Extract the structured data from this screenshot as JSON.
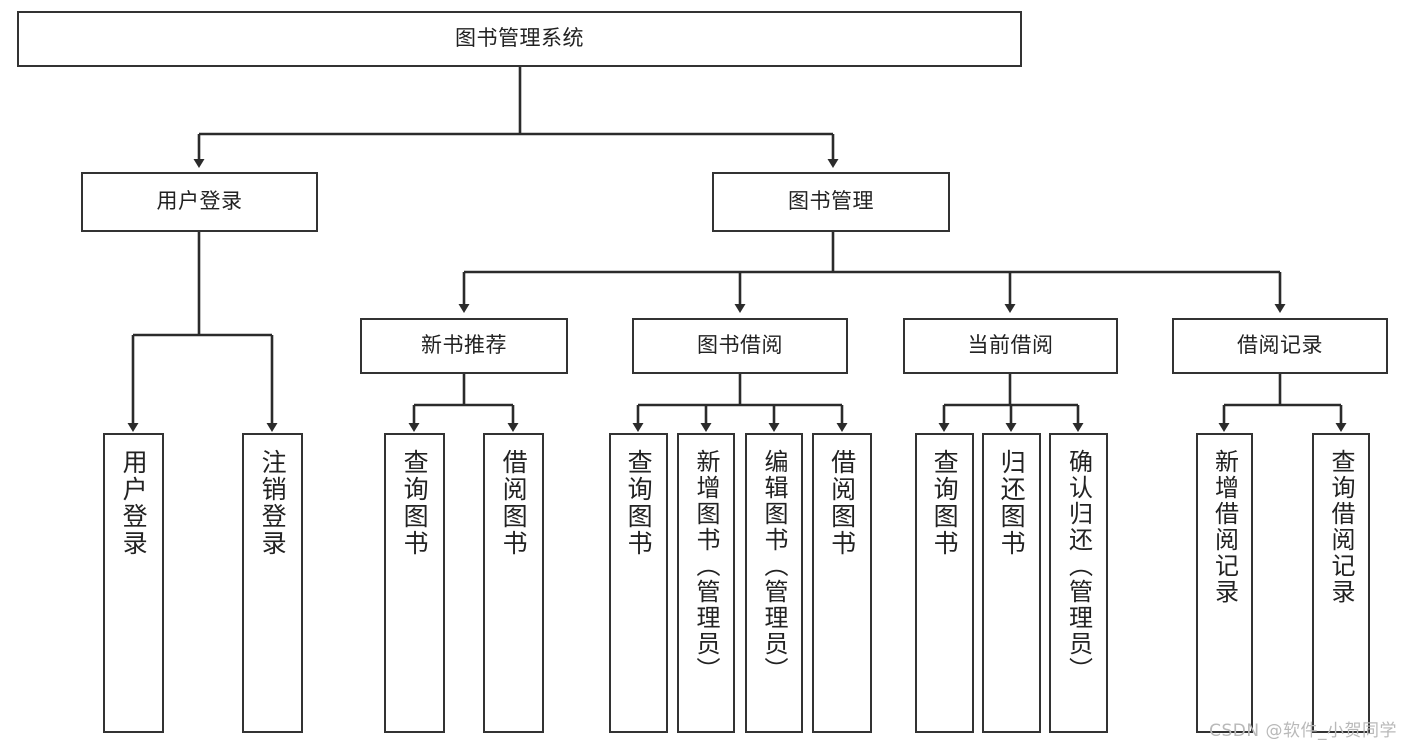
{
  "diagram": {
    "title_node": {
      "label": "图书管理系统"
    },
    "level2": [
      {
        "id": "user-login",
        "label": "用户登录"
      },
      {
        "id": "book-manage",
        "label": "图书管理"
      }
    ],
    "level3": [
      {
        "id": "new-book-recommend",
        "label": "新书推荐"
      },
      {
        "id": "book-borrow",
        "label": "图书借阅"
      },
      {
        "id": "current-borrow",
        "label": "当前借阅"
      },
      {
        "id": "borrow-record",
        "label": "借阅记录"
      }
    ],
    "leaves": [
      {
        "id": "leaf-user-login",
        "label": "用户登录",
        "parent": "user-login"
      },
      {
        "id": "leaf-user-logout",
        "label": "注销登录",
        "parent": "user-login"
      },
      {
        "id": "leaf-query-book-1",
        "label": "查询图书",
        "parent": "new-book-recommend"
      },
      {
        "id": "leaf-borrow-book-1",
        "label": "借阅图书",
        "parent": "new-book-recommend"
      },
      {
        "id": "leaf-query-book-2",
        "label": "查询图书",
        "parent": "book-borrow"
      },
      {
        "id": "leaf-add-book",
        "label": "新增图书（管理员）",
        "parent": "book-borrow"
      },
      {
        "id": "leaf-edit-book",
        "label": "编辑图书（管理员）",
        "parent": "book-borrow"
      },
      {
        "id": "leaf-borrow-book-2",
        "label": "借阅图书",
        "parent": "book-borrow"
      },
      {
        "id": "leaf-query-book-3",
        "label": "查询图书",
        "parent": "current-borrow"
      },
      {
        "id": "leaf-return-book",
        "label": "归还图书",
        "parent": "current-borrow"
      },
      {
        "id": "leaf-confirm-return",
        "label": "确认归还（管理员）",
        "parent": "current-borrow"
      },
      {
        "id": "leaf-add-record",
        "label": "新增借阅记录",
        "parent": "borrow-record"
      },
      {
        "id": "leaf-query-record",
        "label": "查询借阅记录",
        "parent": "borrow-record"
      }
    ],
    "watermark": "CSDN @软件_小贺同学",
    "colors": {
      "box_border": "#333333",
      "box_fill": "#ffffff",
      "edge": "#2b2b2b",
      "text": "#222222",
      "watermark": "#b9b9b9",
      "background": "#ffffff"
    }
  }
}
